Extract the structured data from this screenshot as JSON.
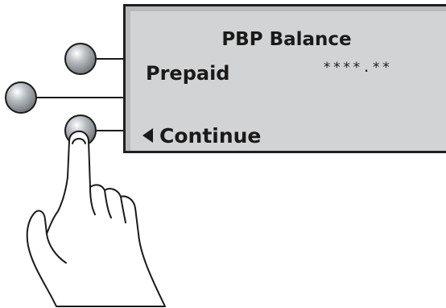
{
  "display": {
    "title": "PBP Balance",
    "line1_label": "Prepaid",
    "line1_value": "****.**",
    "softkey_label": "Continue"
  },
  "icons": {
    "softkey_arrow": "left-triangle-icon",
    "buttons": "round-softkey-icon",
    "hand": "pointing-hand-icon"
  },
  "colors": {
    "screen_bg": "#d2d3d5",
    "screen_border": "#1f1f1f",
    "text": "#1a1a1a",
    "button": "#a9aeb2"
  }
}
